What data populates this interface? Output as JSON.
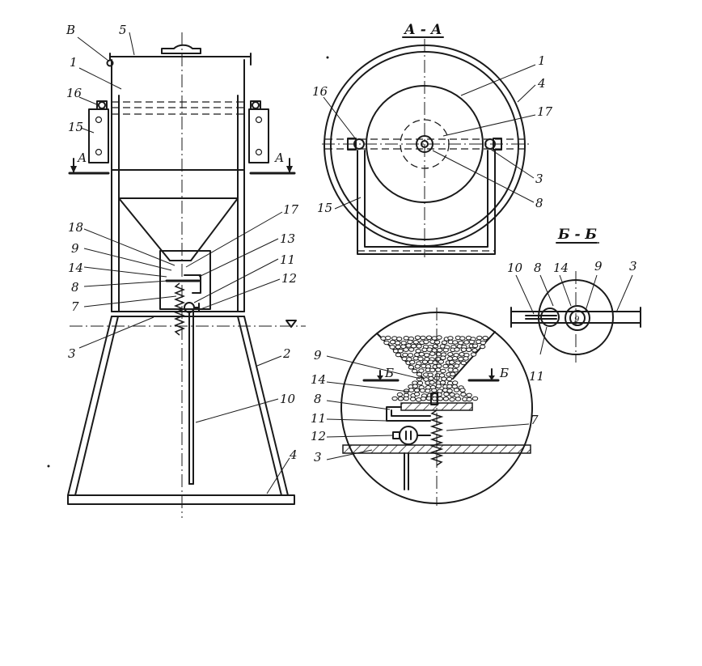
{
  "main_view": {
    "labels": {
      "B": "В",
      "n5": "5",
      "n1": "1",
      "n16": "16",
      "n15": "15",
      "A_left": "А",
      "A_right": "А",
      "n18": "18",
      "n9": "9",
      "n14": "14",
      "n8": "8",
      "n7": "7",
      "n3": "3",
      "n17": "17",
      "n13": "13",
      "n11": "11",
      "n12": "12",
      "n2": "2",
      "n10": "10",
      "n4": "4"
    }
  },
  "section_aa": {
    "title": "А - А",
    "labels": {
      "n1": "1",
      "n4": "4",
      "n16": "16",
      "n17": "17",
      "n3": "3",
      "n15": "15",
      "n8": "8"
    }
  },
  "section_bb": {
    "title": "Б - Б",
    "labels": {
      "n10": "10",
      "n8": "8",
      "n14": "14",
      "n9": "9",
      "n3": "3",
      "n11": "11"
    }
  },
  "detail_view": {
    "labels": {
      "n9": "9",
      "n14": "14",
      "n8": "8",
      "n11": "11",
      "n12": "12",
      "n3": "3",
      "n7": "7",
      "B_left": "Б",
      "B_right": "Б"
    }
  }
}
